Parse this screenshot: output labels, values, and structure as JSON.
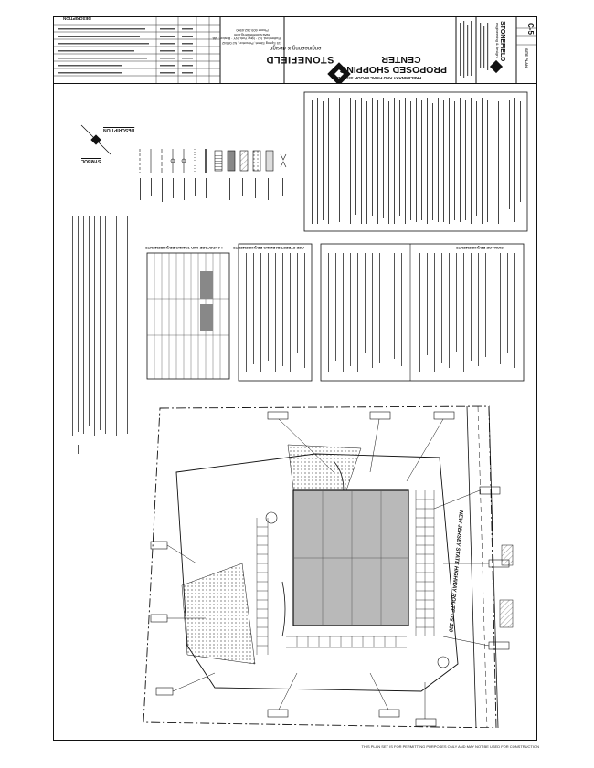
{
  "title_block": {
    "project_title_line1": "PROPOSED SHOPPING",
    "project_title_line2": "CENTER",
    "plan_heading": "PRELIMINARY AND FINAL MAJOR SITE PLAN",
    "firm_name": "STONEFIELD",
    "firm_tagline": "engineering & design",
    "firm_offices": "Rutherford, NJ · New York, NY · Boston, MA",
    "firm_address": "15 Spring Street, Princeton, NJ 08542",
    "firm_web": "www.stonefieldeng.com",
    "firm_phone": "Phone 609.362.6900",
    "sheet_name": "SITE PLAN",
    "sheet_number": "C-5",
    "revisions_header": "DESCRIPTION",
    "stamp_firm": "STONEFIELD",
    "stamp_sub": "engineering & design"
  },
  "legend": {
    "symbol_header": "SYMBOL",
    "description_header": "DESCRIPTION"
  },
  "tables": {
    "parking_title": "OFF-STREET PARKING REQUIREMENTS",
    "landscape_title": "LANDSCAPE AND ZONING REQUIREMENTS",
    "signage_title": "SIGNAGE REQUIREMENTS"
  },
  "plan": {
    "road_label": "NEW JERSEY STATE HIGHWAY ROUTE US 130"
  },
  "footer": {
    "note": "THIS PLAN SET IS FOR PERMITTING PURPOSES ONLY AND MAY NOT BE USED FOR CONSTRUCTION"
  }
}
